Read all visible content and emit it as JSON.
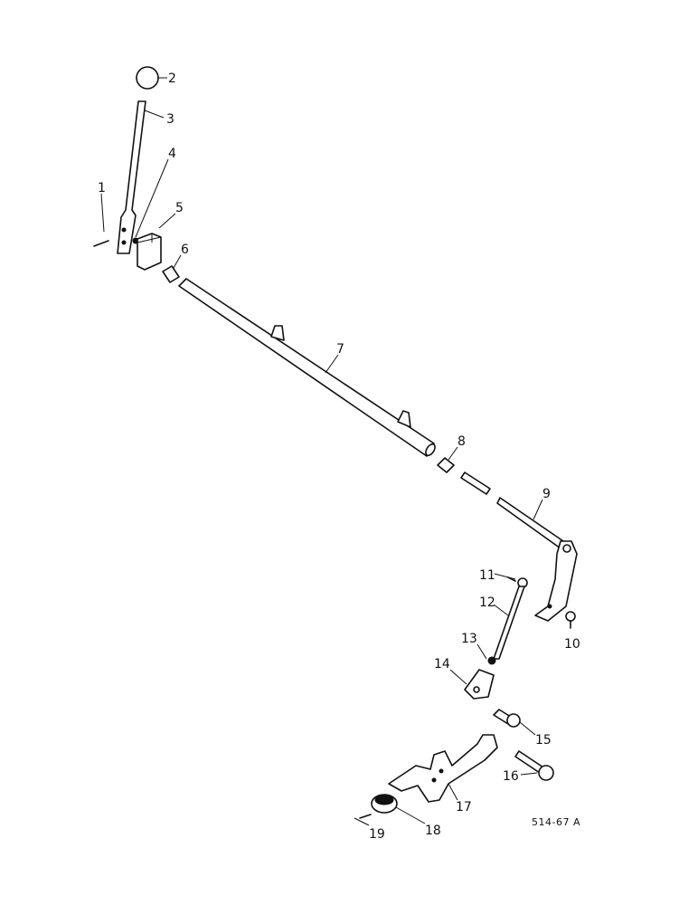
{
  "drawing_code": "514-67 A",
  "callouts": [
    "1",
    "2",
    "3",
    "4",
    "5",
    "6",
    "7",
    "8",
    "9",
    "10",
    "11",
    "12",
    "13",
    "14",
    "15",
    "16",
    "17",
    "18",
    "19"
  ]
}
